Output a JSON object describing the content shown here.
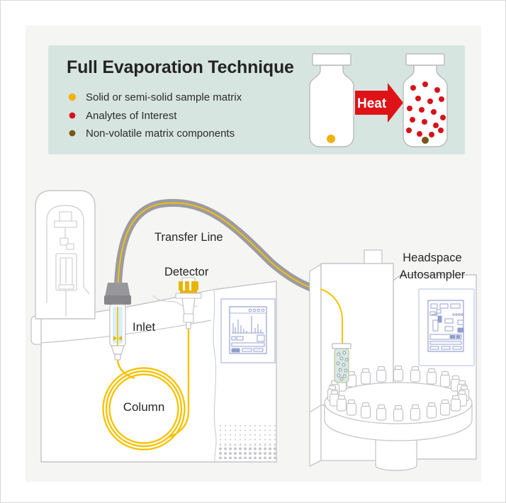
{
  "legend": {
    "title": "Full Evaporation Technique",
    "items": [
      {
        "label": "Solid or semi-solid sample matrix",
        "color": "#F2B10E"
      },
      {
        "label": "Analytes of Interest",
        "color": "#D6121B"
      },
      {
        "label": "Non-volatile matrix components",
        "color": "#7A5517"
      }
    ],
    "heat_label": "Heat"
  },
  "diagram": {
    "labels": {
      "transfer_line": "Transfer Line",
      "detector": "Detector",
      "inlet": "Inlet",
      "column": "Column",
      "headspace_line1": "Headspace",
      "headspace_line2": "Autosampler"
    }
  },
  "colors": {
    "panel_teal": "#D7E5E1",
    "canvas_gray": "#F5F5F4",
    "heat_red": "#DE1217",
    "line_yellow": "#F7C306",
    "detector_yellow": "#E8B400",
    "sample_yellow": "#F2B10E",
    "analyte_red": "#D6121B",
    "matrix_brown": "#7A5517",
    "tube_gray": "#9C9CA0",
    "outline_gray": "#C5C5C9",
    "screen_periwinkle": "#97A3CF",
    "inlet_liner_blue": "#DAEEF8",
    "vial_fill_teal": "#D6E9E4"
  }
}
